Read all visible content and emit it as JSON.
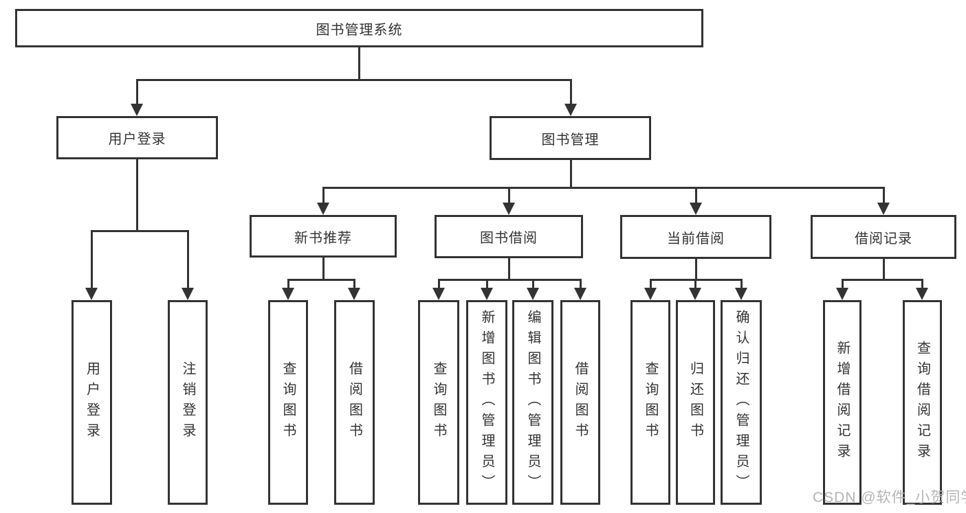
{
  "nodes": {
    "root": "图书管理系统",
    "user_login": "用户登录",
    "book_mgmt": "图书管理",
    "new_book_rec": "新书推荐",
    "book_borrow": "图书借阅",
    "current_borrow": "当前借阅",
    "borrow_record": "借阅记录",
    "leaf_user_login": "用户登录",
    "leaf_logout": "注销登录",
    "leaf_query_book_1": "查询图书",
    "leaf_borrow_book_1": "借阅图书",
    "leaf_query_book_2": "查询图书",
    "leaf_add_book": "新增图书（管理员）",
    "leaf_edit_book": "编辑图书（管理员）",
    "leaf_borrow_book_2": "借阅图书",
    "leaf_query_book_3": "查询图书",
    "leaf_return_book": "归还图书",
    "leaf_confirm_return": "确认归还（管理员）",
    "leaf_add_record": "新增借阅记录",
    "leaf_query_record": "查询借阅记录"
  },
  "watermark": "CSDN @软件_小贺同学",
  "colors": {
    "line": "#333333",
    "box_fill": "#ffffff",
    "text": "#333333",
    "watermark": "#b5b5b5",
    "background": "#ffffff"
  }
}
